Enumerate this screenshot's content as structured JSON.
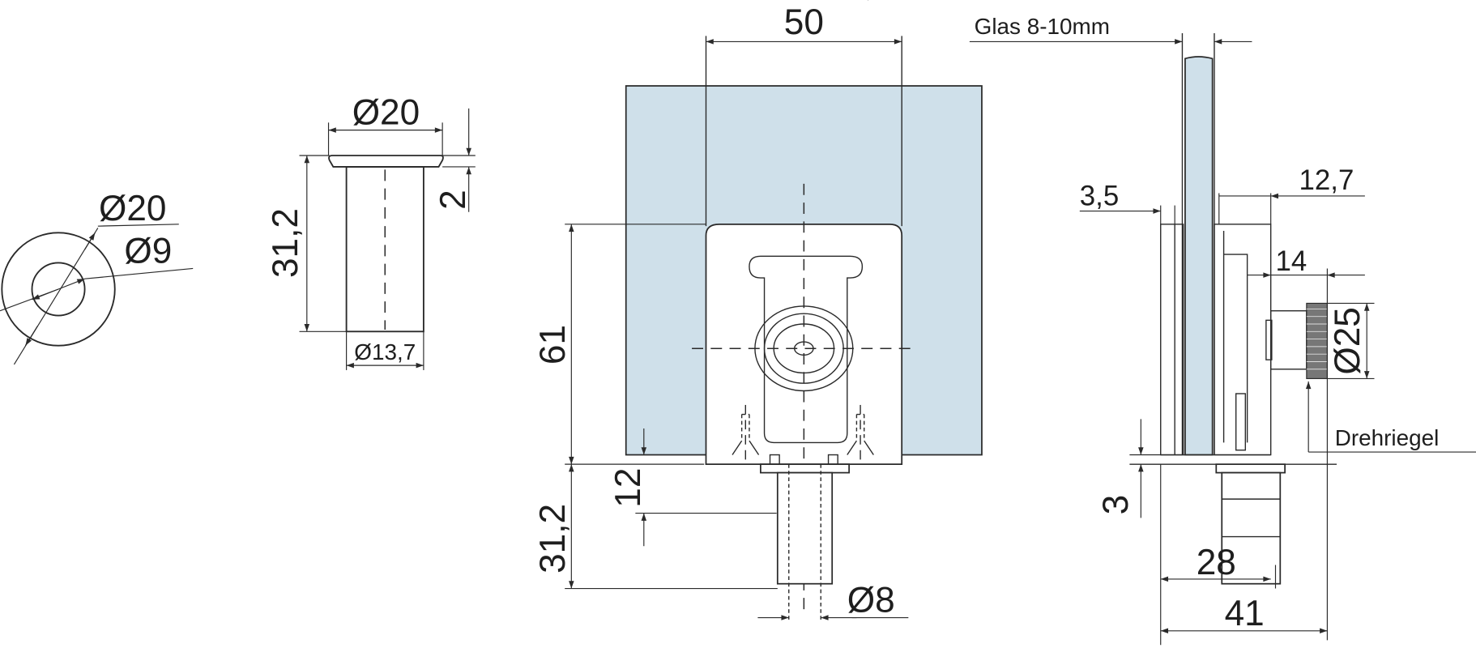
{
  "colors": {
    "glass": "#cfe0ea",
    "line": "#2a2a2a",
    "background": "#ffffff"
  },
  "washer": {
    "outer_diameter": "Ø20",
    "inner_diameter": "Ø9"
  },
  "sleeve": {
    "flange_diameter": "Ø20",
    "length": "31,2",
    "flange_thickness": "2",
    "tube_diameter": "Ø13,7"
  },
  "front_view": {
    "width": "50",
    "height": "61",
    "bolt_offset": "12",
    "bolt_length": "31,2",
    "bolt_diameter": "Ø8"
  },
  "side_view": {
    "glass_label": "Glas 8-10mm",
    "wall_thickness": "3,5",
    "body_depth": "12,7",
    "knob_distance": "14",
    "knob_diameter": "Ø25",
    "knob_label": "Drehriegel",
    "base_thickness": "3",
    "bolt_depth": "28",
    "total_depth": "41"
  }
}
